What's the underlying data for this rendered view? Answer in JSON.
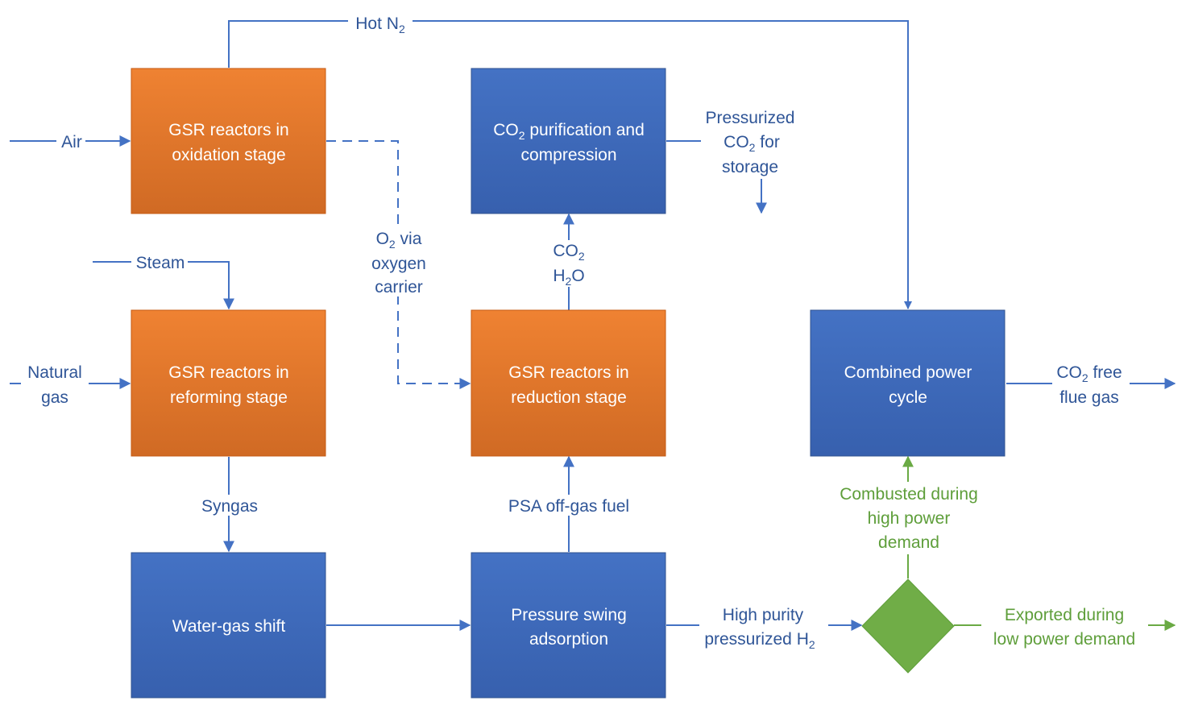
{
  "colors": {
    "orange": "#E87B2C",
    "blue": "#3F6DBF",
    "green": "#6AAA44",
    "line_blue": "#4472C4",
    "text_blue": "#2F5597",
    "text_green": "#5E9E3A"
  },
  "boxes": {
    "oxidation": {
      "l1": "GSR reactors in",
      "l2": "oxidation stage"
    },
    "reforming": {
      "l1": "GSR reactors in",
      "l2": "reforming stage"
    },
    "wgs": {
      "l1": "Water-gas shift"
    },
    "co2": {
      "l1a": "CO",
      "l1s": "2",
      "l1b": " purification and",
      "l2": "compression"
    },
    "reduction": {
      "l1": "GSR reactors in",
      "l2": "reduction stage"
    },
    "psa": {
      "l1": "Pressure swing",
      "l2": "adsorption"
    },
    "power": {
      "l1": "Combined power",
      "l2": "cycle"
    }
  },
  "labels": {
    "hot_n2": {
      "a": "Hot N",
      "s": "2"
    },
    "air": "Air",
    "steam": "Steam",
    "natural_gas": {
      "l1": "Natural",
      "l2": "gas"
    },
    "syngas": "Syngas",
    "o2_carrier": {
      "a": "O",
      "s": "2",
      "b": " via",
      "l2": "oxygen",
      "l3": "carrier"
    },
    "co2_h2o": {
      "a": "CO",
      "s": "2",
      "b": "H",
      "s2": "2",
      "c": "O"
    },
    "psa_offgas": "PSA off-gas fuel",
    "pressurized_co2": {
      "l1": "Pressurized",
      "a": "CO",
      "s": "2",
      "b": " for",
      "l3": "storage"
    },
    "co2_free": {
      "a": "CO",
      "s": "2",
      "b": " free",
      "l2": "flue gas"
    },
    "high_purity": {
      "l1": "High purity",
      "a": "pressurized H",
      "s": "2"
    },
    "combusted": {
      "l1": "Combusted during",
      "l2": "high power",
      "l3": "demand"
    },
    "exported": {
      "l1": "Exported during",
      "l2": "low power demand"
    }
  }
}
